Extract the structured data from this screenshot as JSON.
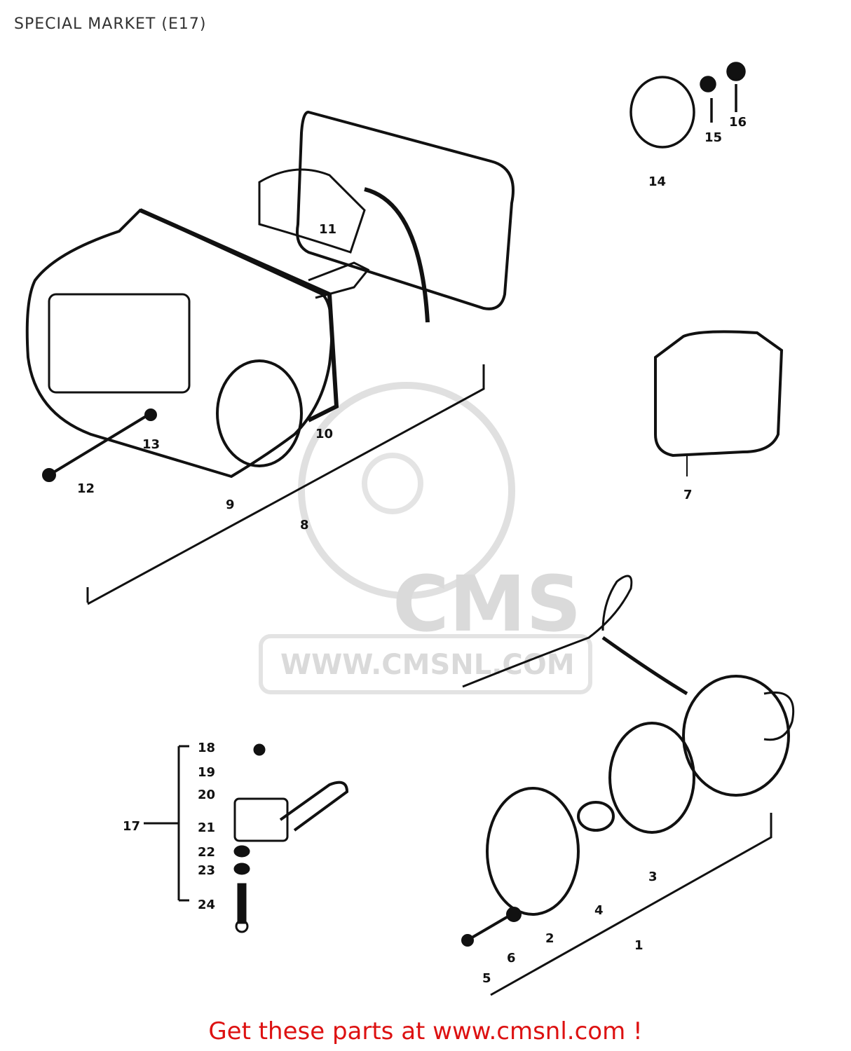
{
  "title": "SPECIAL MARKET (E17)",
  "call_to_action": "Get these parts at www.cmsnl.com !",
  "watermark": {
    "brand": "CMS",
    "url": "WWW.CMSNL.COM"
  },
  "part_labels": {
    "p1": "1",
    "p2": "2",
    "p3": "3",
    "p4": "4",
    "p5": "5",
    "p6": "6",
    "p7": "7",
    "p8": "8",
    "p9": "9",
    "p10": "10",
    "p11": "11",
    "p12": "12",
    "p13": "13",
    "p14": "14",
    "p15": "15",
    "p16": "16",
    "p17": "17",
    "p18": "18",
    "p19": "19",
    "p20": "20",
    "p21": "21",
    "p22": "22",
    "p23": "23",
    "p24": "24"
  },
  "colors": {
    "ink": "#111111",
    "title": "#333333",
    "cta": "#dd1111",
    "watermark": "#d6d6d6"
  }
}
